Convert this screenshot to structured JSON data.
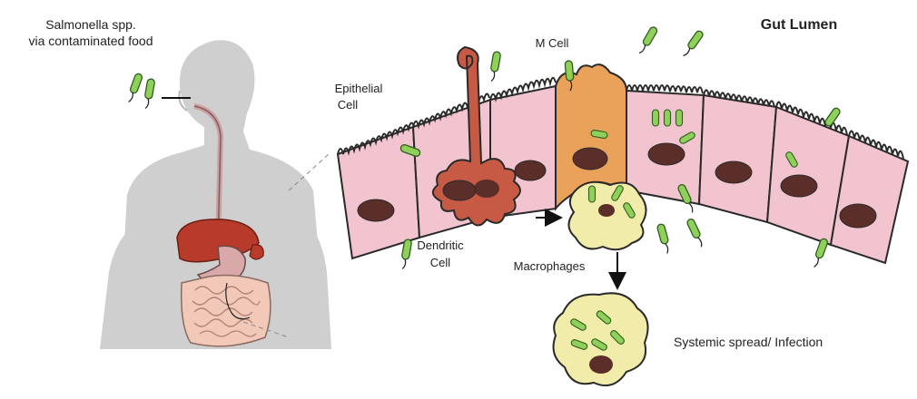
{
  "labels": {
    "source_line1": "Salmonella spp.",
    "source_line2": "via contaminated food",
    "gut_lumen": "Gut Lumen",
    "m_cell": "M Cell",
    "epithelial_line1": "Epithelial",
    "epithelial_line2": "Cell",
    "dendritic_line1": "Dendritic",
    "dendritic_line2": "Cell",
    "macrophages": "Macrophages",
    "systemic": "Systemic spread/ Infection"
  },
  "colors": {
    "body": "#cfcfcf",
    "epithelial": "#f2c4d0",
    "m_cell": "#eaa15a",
    "dendritic": "#c65a45",
    "macrophage": "#f2ecaa",
    "bacteria": "#8fd05a",
    "nucleus": "#5c2e2a",
    "liver": "#b83a2a",
    "intestine": "#f2c9b8"
  },
  "icons": [
    "bacterium-icon",
    "arrow-icon"
  ]
}
